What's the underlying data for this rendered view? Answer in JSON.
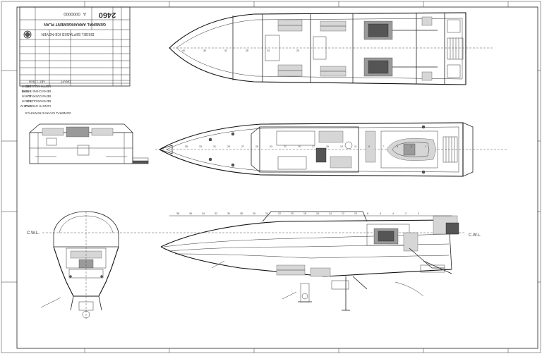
{
  "title_block": {
    "drawing_title": "GENERAL ARRANGEMENT PLAN",
    "vessel_name": "DIESEL SEPTAGED ICE-NOVEN",
    "drawing_number": "2460",
    "sheet_number": "0000000",
    "revision": "A"
  },
  "general_characteristics": {
    "heading": "GENERAL CHARACTERISTICS",
    "rows": [
      {
        "label": "LENGTH OVERALL",
        "value": "27.28 M"
      },
      {
        "label": "BEAM MOULDED",
        "value": "6.80 M"
      },
      {
        "label": "BEAM OVERALL",
        "value": "6.86 M"
      },
      {
        "label": "BEAM CHINE STERN",
        "value": "5.90 M"
      },
      {
        "label": "DEPTH MOULDED",
        "value": "3.00 M"
      },
      {
        "label": "DRAFT",
        "value": "ABT. 1.28 M"
      }
    ]
  },
  "labels": {
    "dwl_left": "C.W.L.",
    "dwl_right": "C.W.L."
  },
  "frame_numbers_main_deck": [
    "35",
    "33",
    "31",
    "29",
    "27",
    "25",
    "23",
    "21",
    "19",
    "17",
    "15",
    "13",
    "11",
    "9",
    "7",
    "5",
    "3",
    "1"
  ],
  "frame_numbers_profile": [
    "38",
    "36",
    "34",
    "32",
    "30",
    "28",
    "26",
    "24",
    "22",
    "20",
    "18",
    "16",
    "14",
    "12",
    "10",
    "8",
    "6",
    "4",
    "2",
    "0"
  ]
}
